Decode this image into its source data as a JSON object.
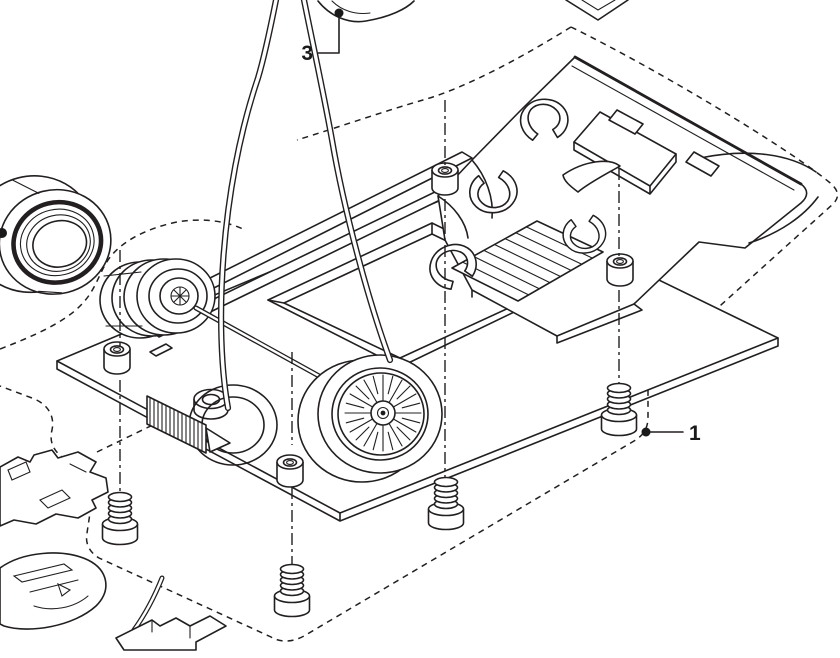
{
  "diagram": {
    "kind": "exploded-assembly-line-drawing",
    "subject": "slot-car-chassis-assembly",
    "background_color": "#ffffff",
    "line_color": "#231f20",
    "callouts": {
      "c1": {
        "label": "1"
      },
      "c3": {
        "label": "3"
      }
    }
  }
}
